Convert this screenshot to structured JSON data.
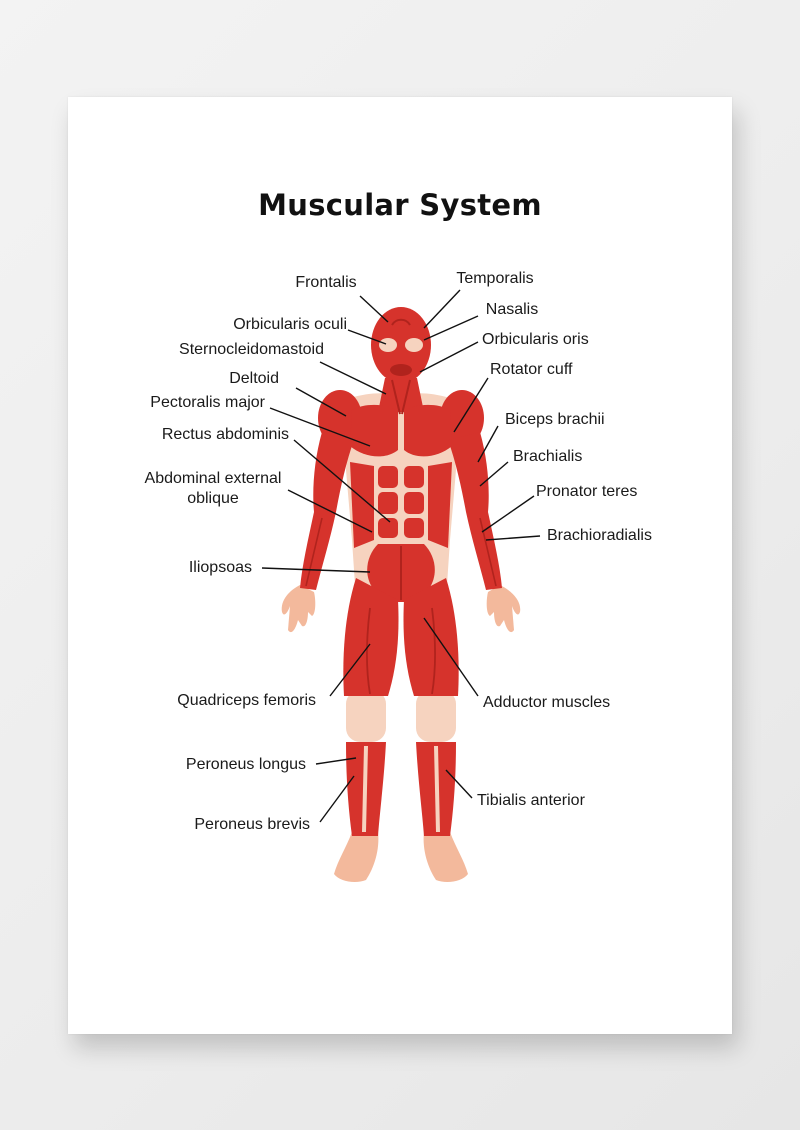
{
  "title": "Muscular System",
  "colors": {
    "muscle": "#d6332c",
    "muscle_dark": "#b0231d",
    "skin": "#f3b99c",
    "tendon": "#f6d3bf"
  },
  "labels": {
    "frontalis": "Frontalis",
    "temporalis": "Temporalis",
    "nasalis": "Nasalis",
    "orbicularis_oculi": "Orbicularis oculi",
    "orbicularis_oris": "Orbicularis oris",
    "sternocleidomastoid": "Sternocleidomastoid",
    "rotator_cuff": "Rotator cuff",
    "deltoid": "Deltoid",
    "biceps_brachii": "Biceps brachii",
    "pectoralis_major": "Pectoralis major",
    "brachialis": "Brachialis",
    "rectus_abdominis": "Rectus abdominis",
    "pronator_teres": "Pronator teres",
    "abdominal_external_oblique_1": "Abdominal external",
    "abdominal_external_oblique_2": "oblique",
    "brachioradialis": "Brachioradialis",
    "iliopsoas": "Iliopsoas",
    "quadriceps_femoris": "Quadriceps femoris",
    "adductor_muscles": "Adductor muscles",
    "peroneus_longus": "Peroneus longus",
    "tibialis_anterior": "Tibialis anterior",
    "peroneus_brevis": "Peroneus brevis"
  }
}
